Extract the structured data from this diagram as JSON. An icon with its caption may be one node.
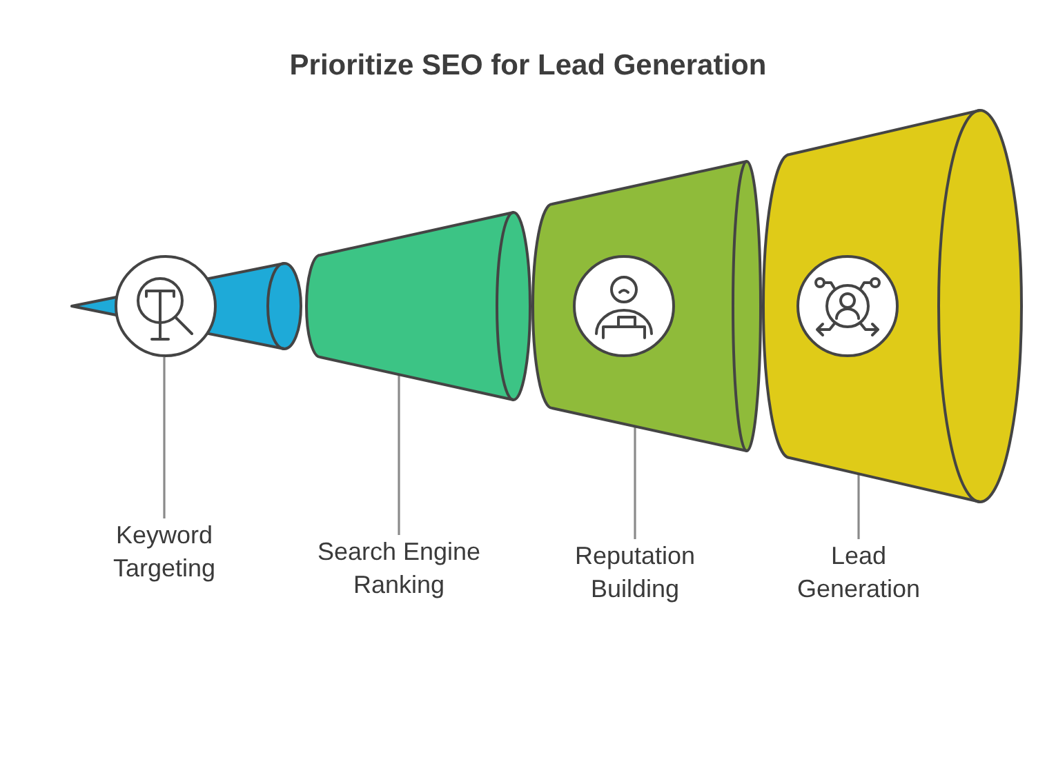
{
  "diagram": {
    "title": "Prioritize SEO for Lead Generation",
    "nodes": [
      {
        "text": [],
        "shape": "cone"
      },
      {
        "text": [],
        "shape": "cone"
      },
      {
        "text": [],
        "shape": "cone"
      },
      {
        "text": [],
        "shape": "cone"
      },
      {
        "text": [
          "Keyword Targeting"
        ]
      },
      {
        "text": [
          "Search Engine Ranking"
        ]
      },
      {
        "text": [
          "Reputation Building"
        ]
      },
      {
        "text": [
          "Lead Generation"
        ]
      }
    ],
    "edges": [
      {
        "from": 4,
        "to": 0,
        "arrow": "none"
      },
      {
        "from": 5,
        "to": 1,
        "arrow": "none"
      },
      {
        "from": 6,
        "to": 2,
        "arrow": "none"
      },
      {
        "from": 7,
        "to": 3,
        "arrow": "none"
      }
    ]
  }
}
